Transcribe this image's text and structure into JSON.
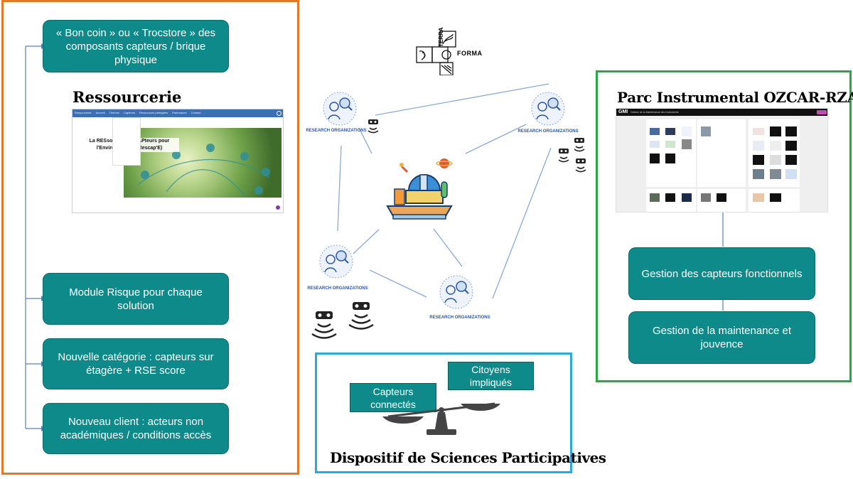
{
  "left_panel": {
    "border_color": "#e87722",
    "box_color": "#0f8a8a",
    "top_box": "« Bon coin » ou « Trocstore » des composants capteurs / brique physique",
    "heading": "Ressourcerie",
    "screenshot": {
      "nav_items": [
        "Ressourcerie",
        "Accueil",
        "Thèmes",
        "Capteurs",
        "Ressources partagées",
        "Partenaires",
        "Contact"
      ],
      "hero_text": "La RESsource des CAPteurs pour l'Environnement (Rescap'E)"
    },
    "boxes": [
      "Module Risque pour chaque solution",
      "Nouvelle catégorie : capteurs sur étagère + RSE score",
      "Nouveau client : acteurs non académiques / conditions accès"
    ]
  },
  "center": {
    "logo": {
      "line1": "TERRA",
      "line2": "FORMA"
    },
    "org_label": "RESEARCH ORGANIZATIONS",
    "icon_color": "#2b57a5",
    "link_color": "#8aaad4"
  },
  "participative": {
    "border_color": "#2aa8e0",
    "left_label": "Capteurs connectés",
    "right_label": "Citoyens impliqués",
    "title": "Dispositif de Sciences Participatives"
  },
  "right_panel": {
    "border_color": "#27a844",
    "heading": "Parc Instrumental OZCAR-RZA",
    "screenshot": {
      "app_name": "GMI",
      "subtitle": "Gestion de la Maintenance des Instruments"
    },
    "boxes": [
      "Gestion des capteurs fonctionnels",
      "Gestion de la maintenance et jouvence"
    ]
  }
}
